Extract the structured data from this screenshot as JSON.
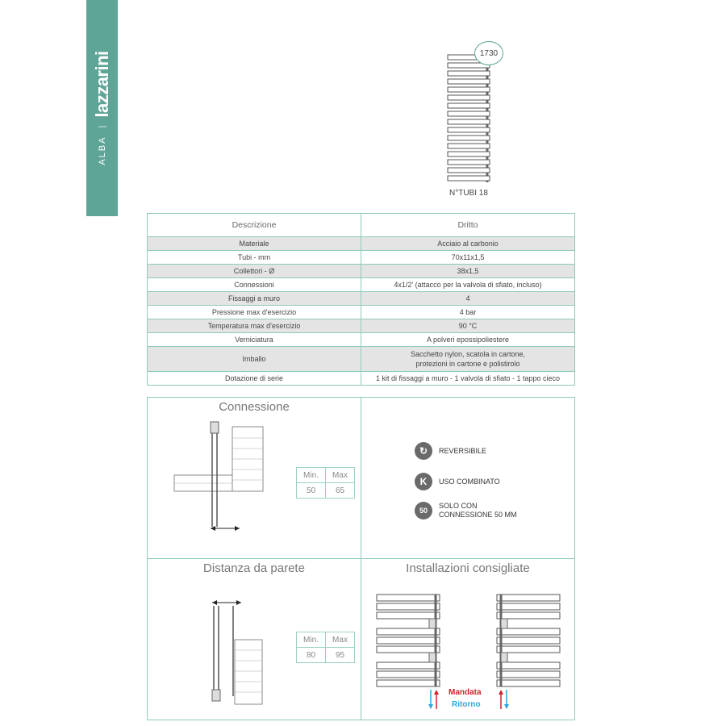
{
  "brand": {
    "series": "ALBA",
    "separator": "|",
    "logo": "lazzarini",
    "color": "#5fa597"
  },
  "product": {
    "height_badge": "1730",
    "tubes_label": "N°TUBI 18"
  },
  "spec_table": {
    "headers": [
      "Descrizione",
      "Dritto"
    ],
    "rows": [
      [
        "Materiale",
        "Acciaio al carbonio"
      ],
      [
        "Tubi - mm",
        "70x11x1,5"
      ],
      [
        "Collettori - Ø",
        "38x1,5"
      ],
      [
        "Connessioni",
        "4x1/2' (attacco per la valvola di sfiato, incluso)"
      ],
      [
        "Fissaggi a muro",
        "4"
      ],
      [
        "Pressione max d'esercizio",
        "4 bar"
      ],
      [
        "Temperatura max d'esercizio",
        "90 °C"
      ],
      [
        "Verniciatura",
        "A polveri epossipoliestere"
      ],
      [
        "Imballo",
        "Sacchetto nylon, scatola in cartone,\nprotezioni in cartone e polistirolo"
      ],
      [
        "Dotazione di serie",
        "1 kit di fissaggi a muro - 1 valvola di sfiato - 1 tappo cieco"
      ]
    ]
  },
  "connessione": {
    "title": "Connessione",
    "min_label": "Min.",
    "max_label": "Max",
    "min": "50",
    "max": "65"
  },
  "features": [
    {
      "icon": "reversible-icon",
      "glyph": "↻",
      "text": "REVERSIBILE"
    },
    {
      "icon": "k-icon",
      "glyph": "K",
      "text": "USO COMBINATO"
    },
    {
      "icon": "only-50-icon",
      "glyph": "50",
      "text": "SOLO CON\nCONNESSIONE 50 MM"
    }
  ],
  "distanza": {
    "title": "Distanza da parete",
    "min_label": "Min.",
    "max_label": "Max",
    "min": "80",
    "max": "95"
  },
  "installazioni": {
    "title": "Installazioni consigliate",
    "mandata": "Mandata",
    "ritorno": "Ritorno",
    "mandata_color": "#d2232a",
    "ritorno_color": "#2aa8e0"
  }
}
